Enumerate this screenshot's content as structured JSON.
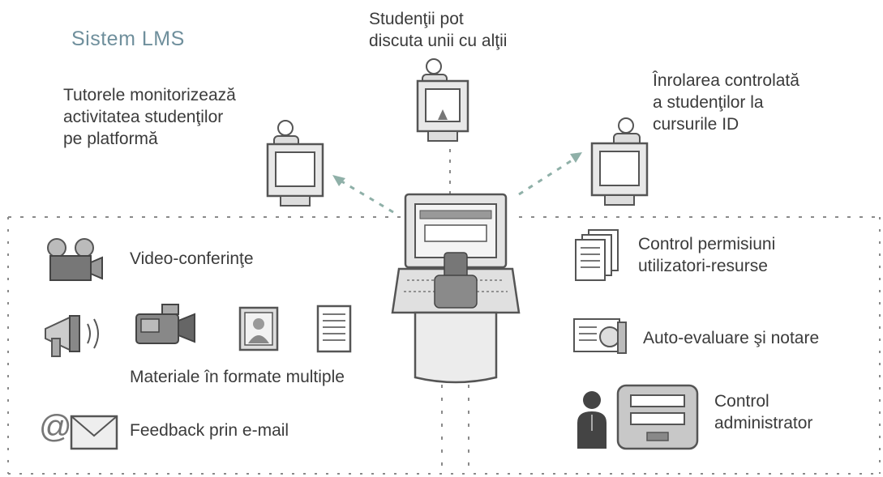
{
  "title": "Sistem LMS",
  "labels": {
    "discussion": [
      "Studenţii pot",
      "discuta unii cu alţii"
    ],
    "tutor": [
      "Tutorele monitorizează",
      "activitatea studenţilor",
      "pe platformă"
    ],
    "enrollment": [
      "Înrolarea controlată",
      "a studenţilor la",
      "cursurile ID"
    ],
    "video": "Video-conferinţe",
    "materials": "Materiale în formate multiple",
    "feedback": "Feedback prin e-mail",
    "permissions": [
      "Control permisiuni",
      "utilizatori-resurse"
    ],
    "self_eval": "Auto-evaluare şi notare",
    "admin": [
      "Control",
      "administrator"
    ]
  },
  "icons": {
    "tutor_pc": "user-computer-icon",
    "discussion_pc": "user-computer-icon",
    "enrollment_pc": "user-computer-icon",
    "server": "server-laptop-icon",
    "video": "film-projector-icon",
    "megaphone": "megaphone-icon",
    "camcorder": "camcorder-icon",
    "picture": "picture-icon",
    "document": "document-icon",
    "email": "email-icon",
    "doc_stack": "document-stack-icon",
    "evaluation": "evaluation-sheet-icon",
    "admin_person": "person-icon",
    "admin_panel": "admin-panel-icon"
  },
  "colors": {
    "title": "#6f8f9c",
    "dotted_line": "#8a8a8a",
    "arrow": "#8fb0a8",
    "icon_stroke": "#555555",
    "icon_fill": "#dcdcdc"
  }
}
